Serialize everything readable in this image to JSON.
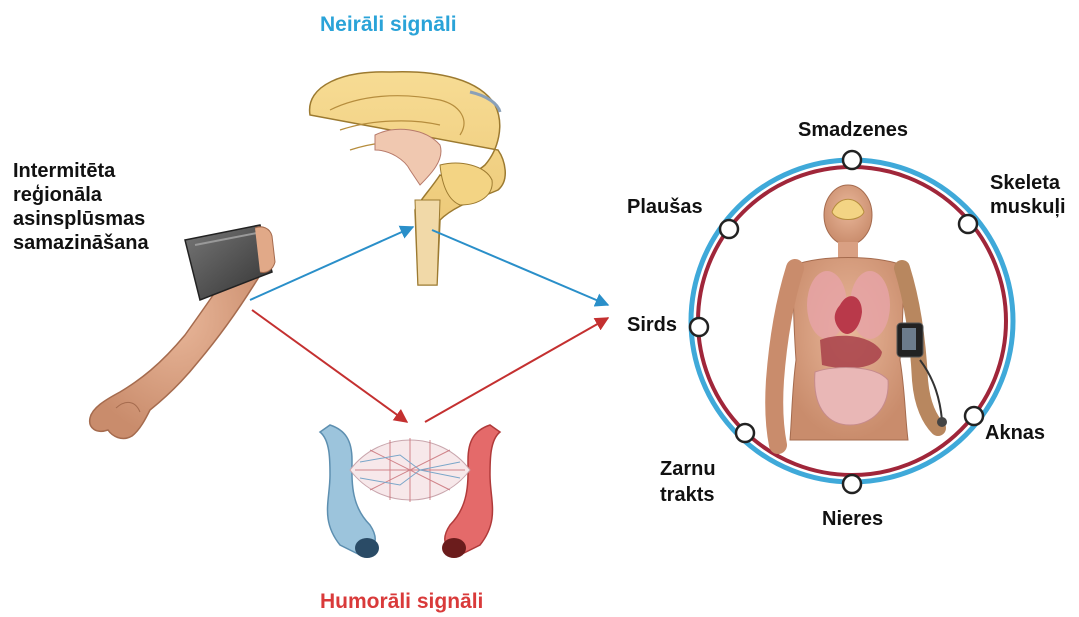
{
  "title_neural": "Neirāli signāli",
  "title_humoral": "Humorāli signāli",
  "left_caption": [
    "Intermitēta",
    "reģionāla",
    "asinsplūsmas",
    "samazināšana"
  ],
  "organs": {
    "smadzenes": "Smadzenes",
    "skeleta_line1": "Skeleta",
    "skeleta_line2": "muskuļi",
    "plausas": "Plaušas",
    "sirds": "Sirds",
    "aknas": "Aknas",
    "zarnu_line1": "Zarnu",
    "zarnu_line2": "trakts",
    "nieres": "Nieres"
  },
  "colors": {
    "neural": "#2aa3d8",
    "humoral": "#d93a3a",
    "ring_outer": "#3fa9d9",
    "ring_inner": "#a0263a"
  }
}
